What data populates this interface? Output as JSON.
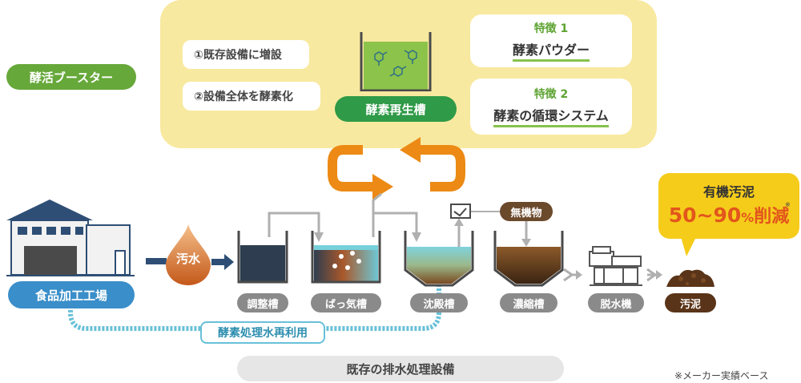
{
  "booster_label": "酵活ブースター",
  "panel": {
    "note1": "①既存設備に増設",
    "note2": "②設備全体を酵素化",
    "regen_tank": "酵素再生槽",
    "feature1_title": "特徴 1",
    "feature1_body": "酵素パウダー",
    "feature2_title": "特徴 2",
    "feature2_body": "酵素の循環システム"
  },
  "factory_label": "食品加工工場",
  "wastewater_label": "汚水",
  "tanks": {
    "adjust": "調整槽",
    "aeration": "ばっ気槽",
    "sedimentation": "沈殿槽",
    "thickening": "濃縮槽",
    "dehydrator": "脱水機",
    "sludge": "汚泥"
  },
  "inorganic_label": "無機物",
  "reuse_label": "酵素処理水再利用",
  "existing_label": "既存の排水処理設備",
  "callout": {
    "title": "有機汚泥",
    "value": "50~90",
    "unit": "%",
    "suffix": "削減",
    "note_mark": "※"
  },
  "footnote": "※メーカー実績ベース"
}
